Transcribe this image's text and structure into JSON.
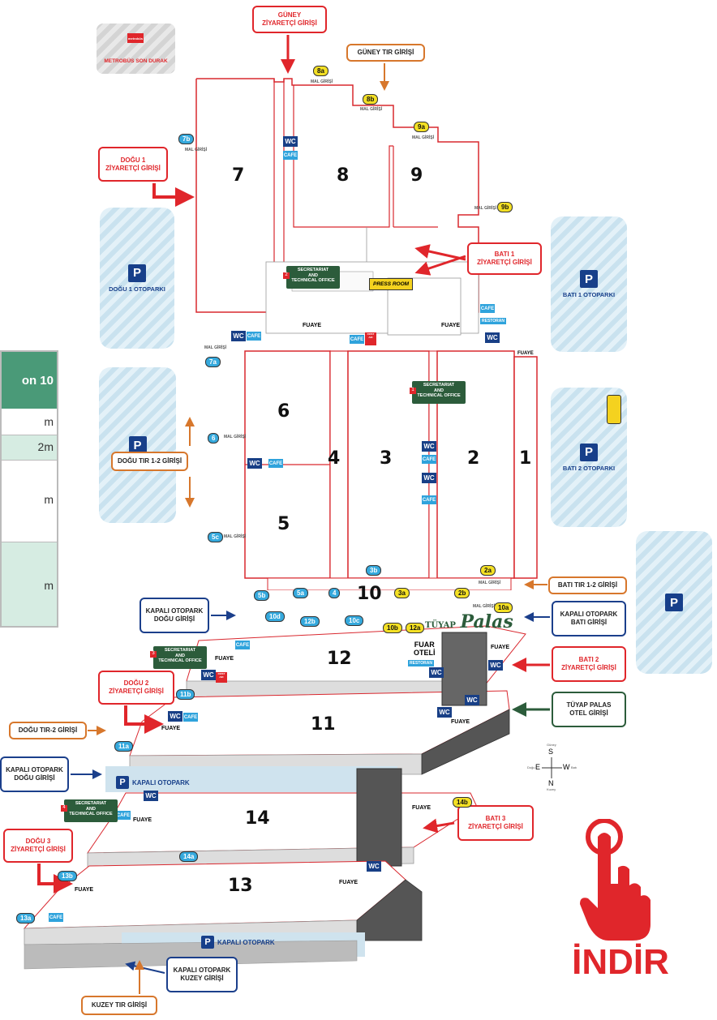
{
  "metrobus": {
    "brand": "metrobüs",
    "label": "METROBÜS SON DURAK"
  },
  "callouts": {
    "guney_ziyaretci": [
      "GÜNEY",
      "ZİYARETÇİ GİRİŞİ"
    ],
    "guney_tir": "GÜNEY TIR GİRİŞİ",
    "dogu1_ziyaretci": [
      "DOĞU 1",
      "ZİYARETÇİ GİRİŞİ"
    ],
    "bati1_ziyaretci": [
      "BATI 1",
      "ZİYARETÇİ GİRİŞİ"
    ],
    "dogu_tir_12": "DOĞU TIR 1-2 GİRİŞİ",
    "bati_tir_12": "BATI TIR 1-2 GİRİŞİ",
    "kapali_dogu_top": [
      "KAPALI OTOPARK",
      "DOĞU GİRİŞİ"
    ],
    "kapali_bati": [
      "KAPALI OTOPARK",
      "BATI GİRİŞİ"
    ],
    "bati2_ziyaretci": [
      "BATI 2",
      "ZİYARETÇİ GİRİŞİ"
    ],
    "dogu2_ziyaretci": [
      "DOĞU 2",
      "ZİYARETÇİ GİRİŞİ"
    ],
    "tuyap_palas_otel": [
      "TÜYAP PALAS",
      "OTEL GİRİŞİ"
    ],
    "dogu_tir2": "DOĞU TIR-2 GİRİŞİ",
    "kapali_dogu_bottom": [
      "KAPALI OTOPARK",
      "DOĞU GİRİŞİ"
    ],
    "bati3_ziyaretci": [
      "BATI 3",
      "ZİYARETÇİ GİRİŞİ"
    ],
    "dogu3_ziyaretci": [
      "DOĞU 3",
      "ZİYARETÇİ GİRİŞİ"
    ],
    "kapali_kuzey": [
      "KAPALI OTOPARK",
      "KUZEY GİRİŞİ"
    ],
    "kuzey_tir": "KUZEY TIR GİRİŞİ"
  },
  "parkings": {
    "dogu1": "DOĞU 1 OTOPARKI",
    "bati1": "BATI 1 OTOPARKI",
    "bati2": "BATI 2 OTOPARKI",
    "p_letter": "P",
    "kapali": "KAPALI OTOPARK"
  },
  "halls": [
    "7",
    "8",
    "9",
    "6",
    "5",
    "4",
    "3",
    "2",
    "1",
    "10",
    "12",
    "11",
    "14",
    "13"
  ],
  "tags": {
    "t8a": "8a",
    "t8b": "8b",
    "t9a": "9a",
    "t9b": "9b",
    "t7b": "7b",
    "t7a": "7a",
    "t6": "6",
    "t5c": "5c",
    "t5b": "5b",
    "t5a": "5a",
    "t4": "4",
    "t3b": "3b",
    "t3a": "3a",
    "t2b": "2b",
    "t2a": "2a",
    "t10a": "10a",
    "t10d": "10d",
    "t12b": "12b",
    "t10c": "10c",
    "t10b": "10b",
    "t12a": "12a",
    "t11b": "11b",
    "t11a": "11a",
    "t14b": "14b",
    "t14a": "14a",
    "t13b": "13b",
    "t13a": "13a"
  },
  "labels": {
    "fuaye": "FUAYE",
    "wc": "WC",
    "cafe": "CAFE",
    "restoran": "RESTORAN",
    "press_room": "PRESS ROOM",
    "secretariat": [
      "SECRETARIAT",
      "AND",
      "TECHNICAL OFFICE"
    ],
    "fuar_oteli": [
      "FUAR",
      "OTELİ"
    ],
    "tuyap_palas_logo": [
      "TÜYAP",
      "Palas"
    ],
    "mal_girisi": "MAL GİRİŞİ",
    "first_aid": "FIRST AID",
    "sec_nums": [
      "1",
      "2",
      "3",
      "4"
    ]
  },
  "compass": {
    "s": "S",
    "w": "W",
    "e": "E",
    "n": "N",
    "guney": "Güney",
    "bati": "Batı",
    "dogu": "Doğu",
    "kuzey": "Kuzey"
  },
  "table_partial": {
    "header": "on 10",
    "rows": [
      "m",
      "2m",
      "m",
      "m"
    ]
  },
  "download": {
    "label": "İNDİR"
  },
  "colors": {
    "red": "#e0262b",
    "orange": "#d7772c",
    "navy": "#183f86",
    "green": "#2c5c3b",
    "cyan": "#2fa3dc",
    "yellow": "#f4e024"
  }
}
